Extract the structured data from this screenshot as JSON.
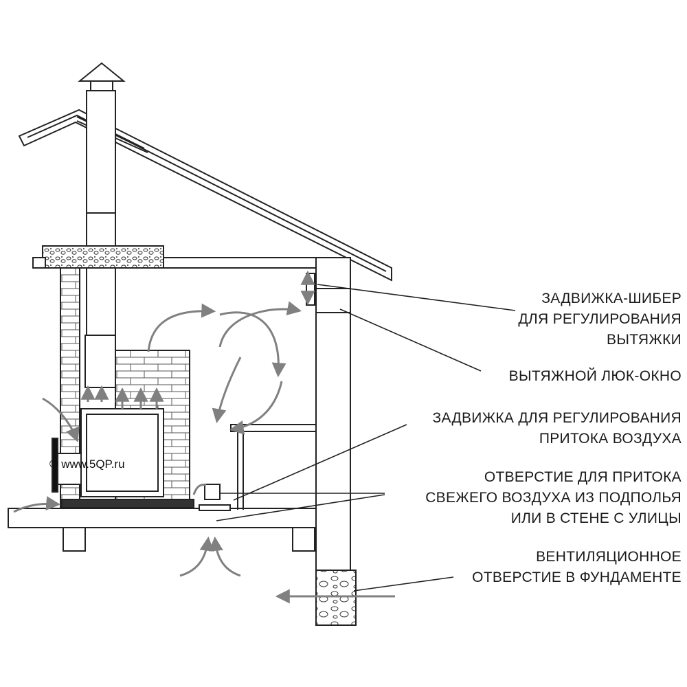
{
  "labels": {
    "damper_exhaust": [
      "ЗАДВИЖКА-ШИБЕР",
      "ДЛЯ РЕГУЛИРОВАНИЯ",
      "ВЫТЯЖКИ"
    ],
    "exhaust_hatch": [
      "ВЫТЯЖНОЙ ЛЮК-ОКНО"
    ],
    "damper_intake": [
      "ЗАДВИЖКА ДЛЯ РЕГУЛИРОВАНИЯ",
      "ПРИТОКА ВОЗДУХА"
    ],
    "fresh_air_opening": [
      "ОТВЕРСТИЕ ДЛЯ ПРИТОКА",
      "СВЕЖЕГО ВОЗДУХА ИЗ ПОДПОЛЬЯ",
      "ИЛИ В СТЕНЕ С УЛИЦЫ"
    ],
    "foundation_vent": [
      "ВЕНТИЛЯЦИОННОЕ",
      "ОТВЕРСТИЕ В ФУНДАМЕНТЕ"
    ]
  },
  "watermark": "© www.5QP.ru",
  "colors": {
    "line": "#222222",
    "arrow": "#808080",
    "brick": "#9a9a9a",
    "ink": "#1a1a1a"
  }
}
